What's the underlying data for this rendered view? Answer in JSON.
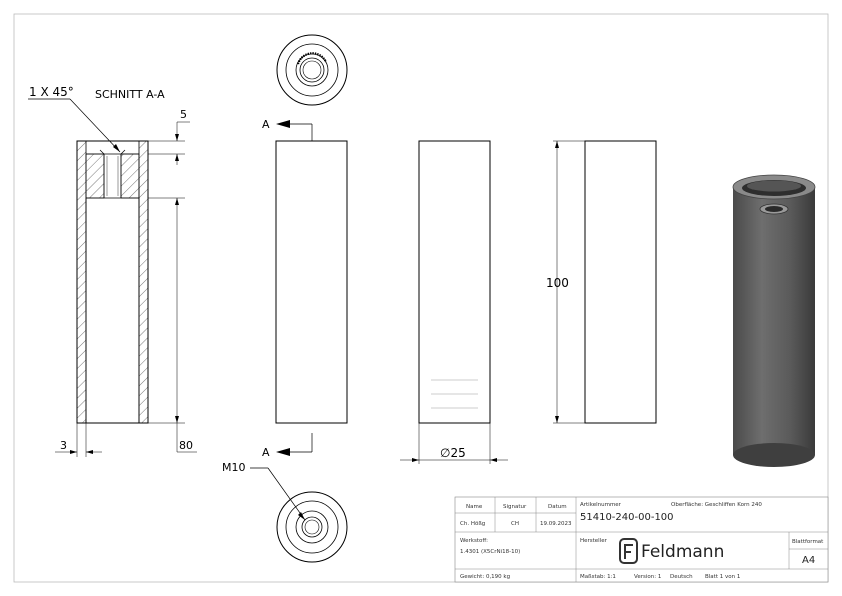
{
  "annotations": {
    "chamfer": "1 X 45°",
    "section_title": "SCHNITT A-A",
    "dim_top": "5",
    "dim_wall": "3",
    "dim_bore": "80",
    "section_mark_top": "A",
    "section_mark_bottom": "A",
    "dim_length": "100",
    "dim_diameter": "∅25",
    "thread": "M10"
  },
  "title_block": {
    "col_name": "Name",
    "col_signatur": "Signatur",
    "col_datum": "Datum",
    "name": "Ch. Hößg",
    "signatur": "CH",
    "datum": "19.09.2023",
    "artikel_label": "Artikelnummer",
    "artikel_value": "51410-240-00-100",
    "oberflaeche": "Oberfläche: Geschliffen Korn 240",
    "werkstoff_label": "Werkstoff:",
    "werkstoff_value": "1.4301 (X5CrNi18-10)",
    "hersteller_label": "Hersteller",
    "brand": "Feldmann",
    "blattformat_label": "Blattformat",
    "blattformat_value": "A4",
    "gewicht": "Gewicht: 0,190 kg",
    "massstab": "Maßstab: 1:1",
    "version": "Version: 1",
    "sprache": "Deutsch",
    "blatt": "Blatt 1 von 1"
  }
}
